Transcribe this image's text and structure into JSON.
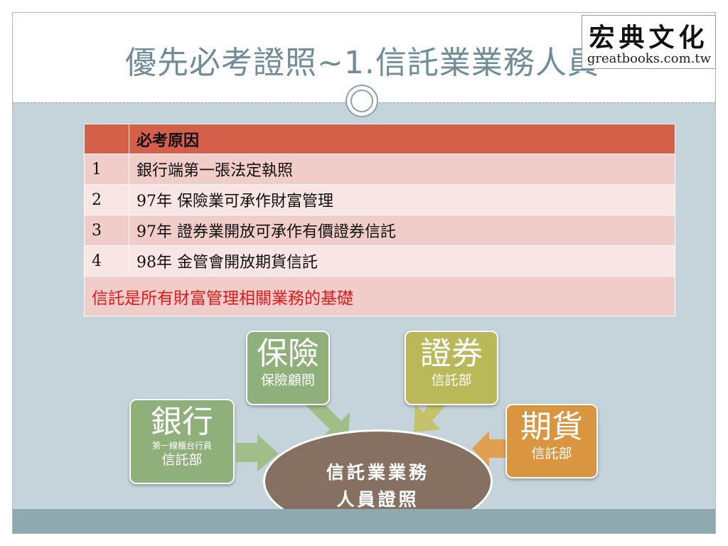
{
  "header": {
    "title": "優先必考證照~1.信託業業務人員",
    "logo_cn": "宏典文化",
    "logo_url": "greatbooks.com.tw"
  },
  "table": {
    "header": "必考原因",
    "rows": [
      {
        "num": "1",
        "text": "銀行端第一張法定執照"
      },
      {
        "num": "2",
        "text": "97年 保險業可承作財富管理"
      },
      {
        "num": "3",
        "text": "97年 證券業開放可承作有價證券信託"
      },
      {
        "num": "4",
        "text": "98年 金管會開放期貨信託"
      }
    ],
    "footer": "信託是所有財富管理相關業務的基礎"
  },
  "diagram": {
    "insurance": {
      "title": "保險",
      "subtitle": "保險顧問"
    },
    "securities": {
      "title": "證券",
      "subtitle": "信託部"
    },
    "bank": {
      "title": "銀行",
      "tiny": "第一線櫃台行員",
      "subtitle": "信託部"
    },
    "futures": {
      "title": "期貨",
      "subtitle": "信託部"
    },
    "center": {
      "line1": "信託業業務",
      "line2": "人員證照"
    }
  },
  "colors": {
    "slide_bg": "#c5d3da",
    "table_header": "#d4604a",
    "row_light": "#f9e6e4",
    "row_dark": "#f1cdca",
    "footer_text": "#e01b1b",
    "green": "#8fb07a",
    "olive": "#b9b95a",
    "orange": "#d99540",
    "oval": "#857062"
  }
}
